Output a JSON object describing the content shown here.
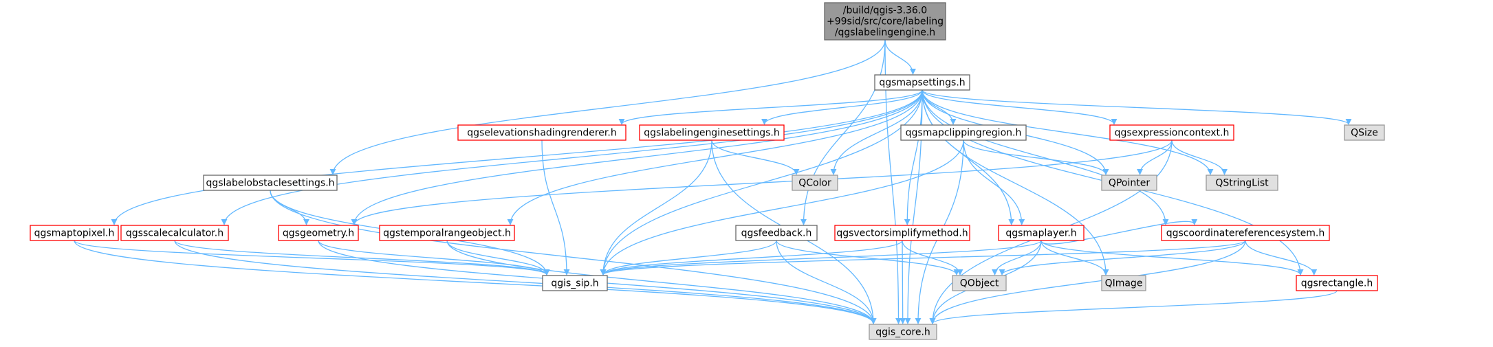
{
  "graph_title": "/build/qgis-3.36.0+99sid/src/core/labeling/qgslabelingengine.h",
  "colors": {
    "edge": "#63b8ff",
    "node_focus_fill": "#999999",
    "node_focus_border": "#666666",
    "node_documented_fill": "#ffffff",
    "node_documented_border": "#666666",
    "node_red_border_fill": "#ffffff",
    "node_red_border": "#ff0000",
    "node_external_fill": "#e0e0e0",
    "node_external_border": "#999999"
  },
  "nodes": [
    {
      "id": "qgslabelingengine_h",
      "lines": [
        "/build/qgis-3.36.0",
        "+99sid/src/core/labeling",
        "/qgslabelingengine.h"
      ],
      "kind": "focus"
    },
    {
      "id": "qgsmapsettings_h",
      "lines": [
        "qgsmapsettings.h"
      ],
      "kind": "documented"
    },
    {
      "id": "qgslabelobstaclesettings_h",
      "lines": [
        "qgslabelobstaclesettings.h"
      ],
      "kind": "documented"
    },
    {
      "id": "qgsfeedback_h",
      "lines": [
        "qgsfeedback.h"
      ],
      "kind": "documented"
    },
    {
      "id": "qgis_core_h",
      "lines": [
        "qgis_core.h"
      ],
      "kind": "external"
    },
    {
      "id": "qgselevationshadingrenderer_h",
      "lines": [
        "qgselevationshadingrenderer.h"
      ],
      "kind": "incomplete"
    },
    {
      "id": "qgslabelingenginesettings_h",
      "lines": [
        "qgslabelingenginesettings.h"
      ],
      "kind": "incomplete"
    },
    {
      "id": "qgsmapclippingregion_h",
      "lines": [
        "qgsmapclippingregion.h"
      ],
      "kind": "documented"
    },
    {
      "id": "qgsexpressioncontext_h",
      "lines": [
        "qgsexpressioncontext.h"
      ],
      "kind": "incomplete"
    },
    {
      "id": "qsize",
      "lines": [
        "QSize"
      ],
      "kind": "external"
    },
    {
      "id": "qcolor",
      "lines": [
        "QColor"
      ],
      "kind": "external"
    },
    {
      "id": "qpointer",
      "lines": [
        "QPointer"
      ],
      "kind": "external"
    },
    {
      "id": "qstringlist",
      "lines": [
        "QStringList"
      ],
      "kind": "external"
    },
    {
      "id": "qgsmaplayer_h",
      "lines": [
        "qgsmaplayer.h"
      ],
      "kind": "incomplete"
    },
    {
      "id": "qgsmaptopixel_h",
      "lines": [
        "qgsmaptopixel.h"
      ],
      "kind": "incomplete"
    },
    {
      "id": "qgsscalecalculator_h",
      "lines": [
        "qgsscalecalculator.h"
      ],
      "kind": "incomplete"
    },
    {
      "id": "qgsgeometry_h",
      "lines": [
        "qgsgeometry.h"
      ],
      "kind": "incomplete"
    },
    {
      "id": "qgstemporalrangeobject_h",
      "lines": [
        "qgstemporalrangeobject.h"
      ],
      "kind": "incomplete"
    },
    {
      "id": "qgsvectorsimplifymethod_h",
      "lines": [
        "qgsvectorsimplifymethod.h"
      ],
      "kind": "incomplete"
    },
    {
      "id": "qimage",
      "lines": [
        "QImage"
      ],
      "kind": "external"
    },
    {
      "id": "qgscoordinatereferencesystem_h",
      "lines": [
        "qgscoordinatereferencesystem.h"
      ],
      "kind": "incomplete"
    },
    {
      "id": "qgis_sip_h",
      "lines": [
        "qgis_sip.h"
      ],
      "kind": "documented"
    },
    {
      "id": "qobject",
      "lines": [
        "QObject"
      ],
      "kind": "external"
    },
    {
      "id": "qgsrectangle_h",
      "lines": [
        "qgsrectangle.h"
      ],
      "kind": "incomplete"
    }
  ],
  "edges": [
    [
      "qgslabelingengine_h",
      "qgsmapsettings_h"
    ],
    [
      "qgslabelingengine_h",
      "qgslabelobstaclesettings_h"
    ],
    [
      "qgslabelingengine_h",
      "qgsfeedback_h"
    ],
    [
      "qgslabelingengine_h",
      "qgis_core_h"
    ],
    [
      "qgsmapsettings_h",
      "qgsmaptopixel_h"
    ],
    [
      "qgsmapsettings_h",
      "qgsscalecalculator_h"
    ],
    [
      "qgsmapsettings_h",
      "qgsgeometry_h"
    ],
    [
      "qgsmapsettings_h",
      "qgstemporalrangeobject_h"
    ],
    [
      "qgsmapsettings_h",
      "qgis_sip_h"
    ],
    [
      "qgsmapsettings_h",
      "qgselevationshadingrenderer_h"
    ],
    [
      "qgsmapsettings_h",
      "qgslabelingenginesettings_h"
    ],
    [
      "qgsmapsettings_h",
      "qcolor"
    ],
    [
      "qgsmapsettings_h",
      "qgsvectorsimplifymethod_h"
    ],
    [
      "qgsmapsettings_h",
      "qgsmapclippingregion_h"
    ],
    [
      "qgsmapsettings_h",
      "qpointer"
    ],
    [
      "qgsmapsettings_h",
      "qgsmaplayer_h"
    ],
    [
      "qgsmapsettings_h",
      "qgsexpressioncontext_h"
    ],
    [
      "qgsmapsettings_h",
      "qstringlist"
    ],
    [
      "qgsmapsettings_h",
      "qimage"
    ],
    [
      "qgsmapsettings_h",
      "qgscoordinatereferencesystem_h"
    ],
    [
      "qgsmapsettings_h",
      "qsize"
    ],
    [
      "qgsmapsettings_h",
      "qgsrectangle_h"
    ],
    [
      "qgsmapsettings_h",
      "qgis_core_h"
    ],
    [
      "qgslabelobstaclesettings_h",
      "qgsgeometry_h"
    ],
    [
      "qgslabelobstaclesettings_h",
      "qgis_sip_h"
    ],
    [
      "qgslabelobstaclesettings_h",
      "qgis_core_h"
    ],
    [
      "qgselevationshadingrenderer_h",
      "qgis_sip_h"
    ],
    [
      "qgslabelingenginesettings_h",
      "qcolor"
    ],
    [
      "qgslabelingenginesettings_h",
      "qgis_sip_h"
    ],
    [
      "qgslabelingenginesettings_h",
      "qgis_core_h"
    ],
    [
      "qgsmapclippingregion_h",
      "qpointer"
    ],
    [
      "qgsmapclippingregion_h",
      "qgsmaplayer_h"
    ],
    [
      "qgsmapclippingregion_h",
      "qgis_sip_h"
    ],
    [
      "qgsmapclippingregion_h",
      "qgis_core_h"
    ],
    [
      "qgsexpressioncontext_h",
      "qpointer"
    ],
    [
      "qgsexpressioncontext_h",
      "qstringlist"
    ],
    [
      "qgsexpressioncontext_h",
      "qgsgeometry_h"
    ],
    [
      "qgsexpressioncontext_h",
      "qgis_core_h"
    ],
    [
      "qgsmaplayer_h",
      "qimage"
    ],
    [
      "qgsmaplayer_h",
      "qgscoordinatereferencesystem_h"
    ],
    [
      "qgsmaplayer_h",
      "qobject"
    ],
    [
      "qgsmaplayer_h",
      "qgsrectangle_h"
    ],
    [
      "qgsmaplayer_h",
      "qgis_sip_h"
    ],
    [
      "qgsmaplayer_h",
      "qgis_core_h"
    ],
    [
      "qgsmaptopixel_h",
      "qgis_sip_h"
    ],
    [
      "qgsmaptopixel_h",
      "qgis_core_h"
    ],
    [
      "qgsscalecalculator_h",
      "qgis_sip_h"
    ],
    [
      "qgsscalecalculator_h",
      "qgis_core_h"
    ],
    [
      "qgsgeometry_h",
      "qgis_sip_h"
    ],
    [
      "qgsgeometry_h",
      "qgis_core_h"
    ],
    [
      "qgstemporalrangeobject_h",
      "qgis_sip_h"
    ],
    [
      "qgstemporalrangeobject_h",
      "qgis_core_h"
    ],
    [
      "qgsfeedback_h",
      "qgis_sip_h"
    ],
    [
      "qgsfeedback_h",
      "qobject"
    ],
    [
      "qgsfeedback_h",
      "qgis_core_h"
    ],
    [
      "qgsvectorsimplifymethod_h",
      "qgis_sip_h"
    ],
    [
      "qgsvectorsimplifymethod_h",
      "qobject"
    ],
    [
      "qgsvectorsimplifymethod_h",
      "qgis_core_h"
    ],
    [
      "qgscoordinatereferencesystem_h",
      "qgis_sip_h"
    ],
    [
      "qgscoordinatereferencesystem_h",
      "qobject"
    ],
    [
      "qgscoordinatereferencesystem_h",
      "qgsrectangle_h"
    ],
    [
      "qgscoordinatereferencesystem_h",
      "qgis_core_h"
    ],
    [
      "qgsrectangle_h",
      "qgis_core_h"
    ]
  ]
}
